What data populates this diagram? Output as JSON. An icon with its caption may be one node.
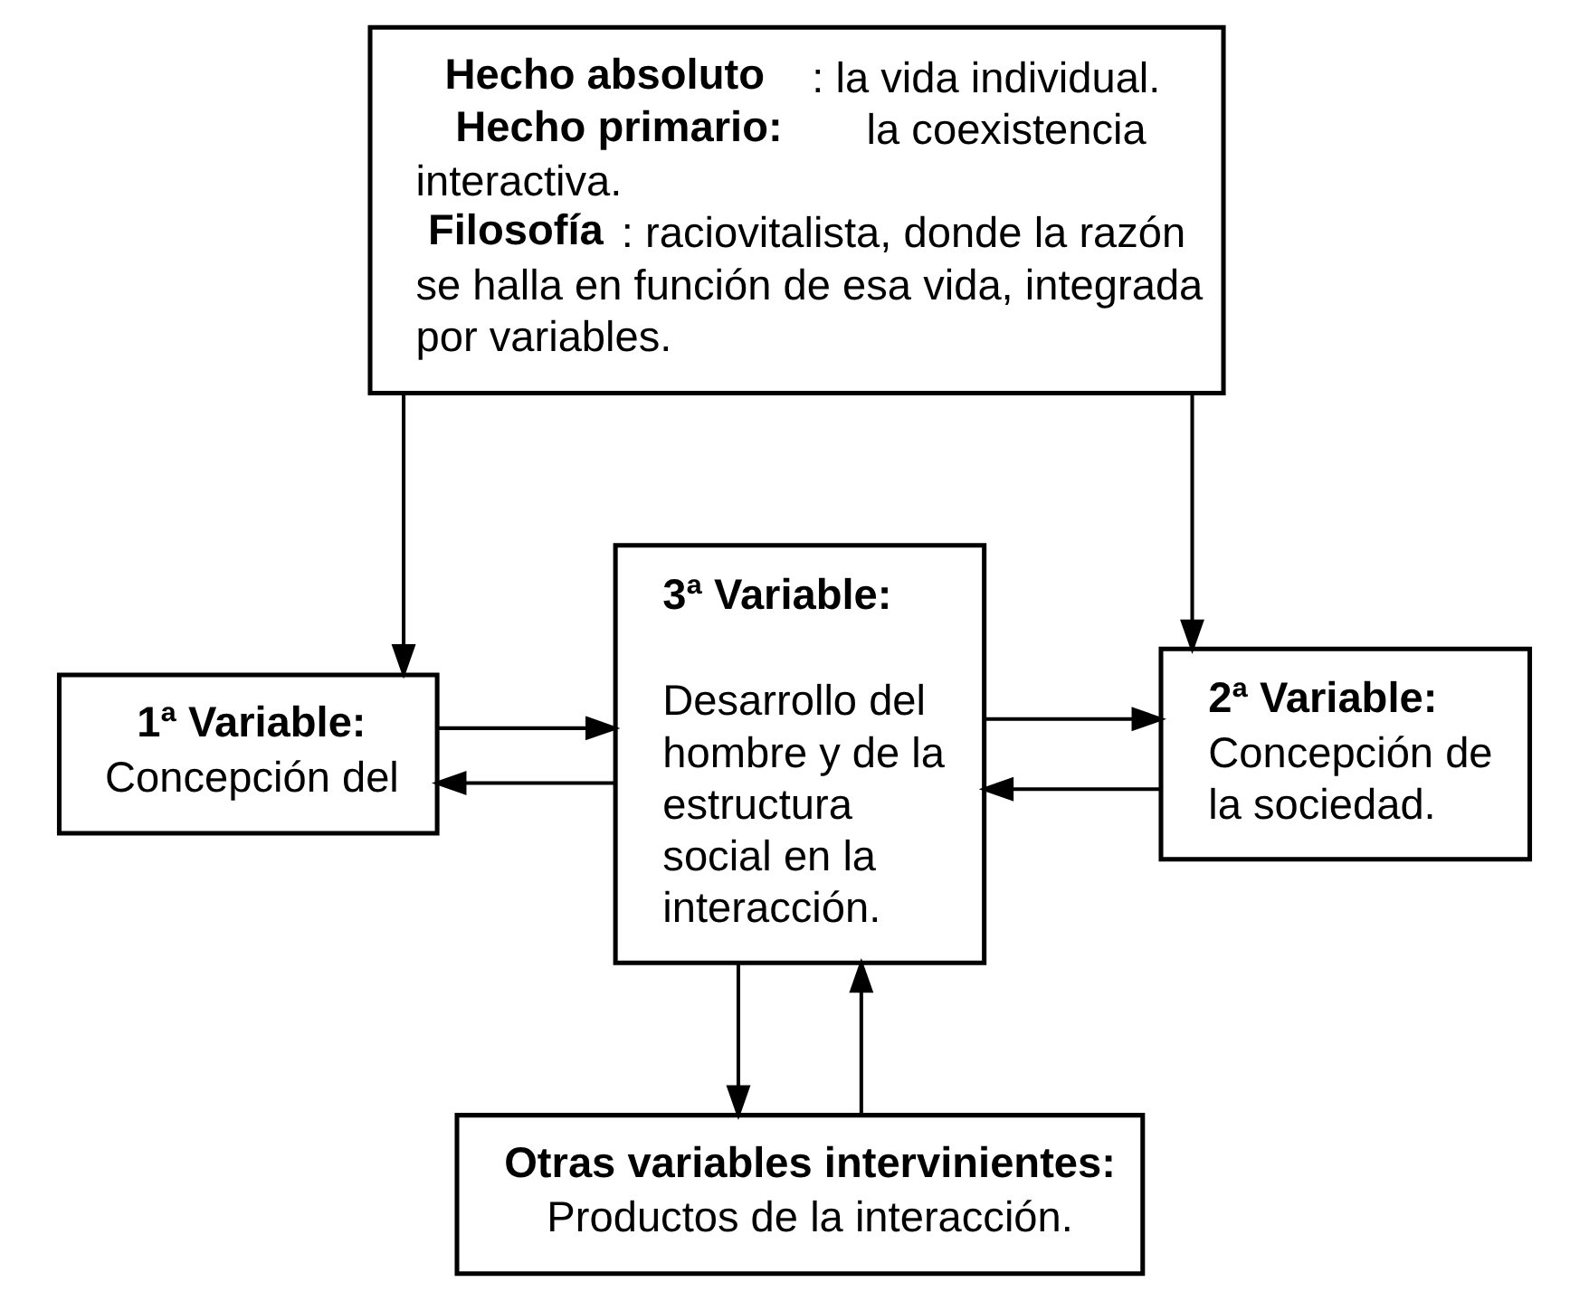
{
  "diagram": {
    "nodes": [
      {
        "text": [
          "**Hecho absoluto**: la vida individual.",
          "**Hecho primario:** la coexistencia interactiva.",
          "**Filosofía**: raciovitalista, donde la razón se halla en función de esa vida, integrada por variables."
        ]
      },
      {
        "text": [
          "1ª Variable:",
          "Concepción del"
        ]
      },
      {
        "text": [
          "3ª Variable:",
          "Desarrollo del hombre y de la estructura social en la interacción."
        ]
      },
      {
        "text": [
          "2ª Variable:",
          "Concepción de la sociedad."
        ]
      },
      {
        "text": [
          "Otras variables intervinientes:",
          "Productos de la interacción."
        ]
      }
    ],
    "edges": [
      {
        "from": 0,
        "to": 1,
        "arrow": "to"
      },
      {
        "from": 0,
        "to": 3,
        "arrow": "to"
      },
      {
        "from": 1,
        "to": 2,
        "arrow": "to"
      },
      {
        "from": 2,
        "to": 1,
        "arrow": "to"
      },
      {
        "from": 2,
        "to": 3,
        "arrow": "to"
      },
      {
        "from": 3,
        "to": 2,
        "arrow": "to"
      },
      {
        "from": 2,
        "to": 4,
        "arrow": "to"
      },
      {
        "from": 4,
        "to": 2,
        "arrow": "to"
      }
    ]
  }
}
